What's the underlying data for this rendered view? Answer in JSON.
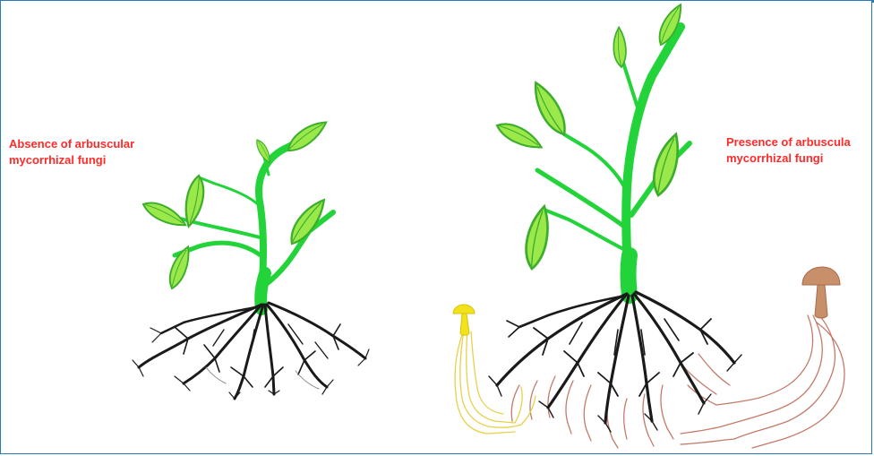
{
  "labels": {
    "absence_line1": "Absence of arbuscular",
    "absence_line2": "mycorrhizal fungi",
    "presence_line1": "Presence of arbuscula",
    "presence_line2": "mycorrhizal fungi"
  },
  "colors": {
    "label_text": "#ff2a2a",
    "stem": "#22d43a",
    "leaf_fill": "#9be84a",
    "leaf_edge": "#3cae2c",
    "root": "#1a1a1a",
    "fungal_hyphae_brown": "#c47a6a",
    "fungal_hyphae_yellow": "#e8d04a",
    "mushroom_brown": "#c8906a",
    "mushroom_yellow": "#f2e21a",
    "frame_border": "#2a7ab8"
  },
  "icons": [
    "plant-icon",
    "roots-icon",
    "mushroom-icon",
    "hyphae-icon"
  ]
}
